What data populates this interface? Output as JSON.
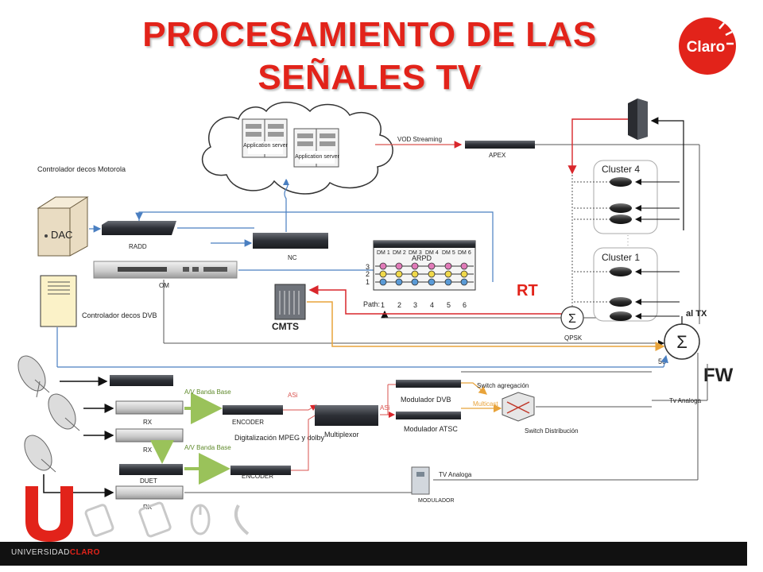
{
  "slide": {
    "title_line1": "PROCESAMIENTO DE LAS",
    "title_line2": "SEÑALES TV",
    "logo_text": "Claro",
    "footer_prefix": "UNIVERSIDAD",
    "footer_brand": "CLARO"
  },
  "colors": {
    "title": "#e2231a",
    "accent_red": "#e2231a",
    "arrow_orange": "#e8a33a",
    "arrow_blue": "#4a7fc1",
    "arrow_green": "#9ac25a",
    "vod_red": "#d9534f"
  },
  "labels": {
    "app_server_1": "Application server",
    "app_server_2": "Application server",
    "vod_streaming": "VOD Streaming",
    "apex": "APEX",
    "ctrl_motorola": "Controlador decos Motorola",
    "dac": "DAC",
    "radd": "RADD",
    "nc": "NC",
    "om": "OM",
    "arpd": "ARPD",
    "dm_headers": [
      "DM 1",
      "DM 2",
      "DM 3",
      "DM 4",
      "DM 5",
      "DM 6"
    ],
    "row_numbers": [
      "3",
      "2",
      "1"
    ],
    "path_label": "Path:",
    "path_numbers": [
      "1",
      "2",
      "3",
      "4",
      "5",
      "6"
    ],
    "ctrl_dvb": "Controlador decos DVB",
    "cmts": "CMTS",
    "rt": "RT",
    "qpsk": "QPSK",
    "sigma": "Σ",
    "al_tx": "al TX",
    "num_56": "56",
    "fw": "FW",
    "cluster4": "Cluster 4",
    "cluster1": "Cluster 1",
    "rx": "RX",
    "duet": "DUET",
    "av_banda_base_1": "A/V Banda Base",
    "av_banda_base_2": "A/V Banda Base",
    "encoder_1": "ENCODER",
    "encoder_2": "ENCODER",
    "asi_1": "ASi",
    "asi_2": "ASi",
    "digitalizacion": "Digitalización MPEG y dolby",
    "multiplexor": "Multiplexor",
    "mod_dvb": "Modulador DVB",
    "mod_atsc": "Modulador ATSC",
    "switch_agregacion": "Switch agregación",
    "multicast": "Multicast",
    "switch_distribucion": "Switch Distribución",
    "tv_analoga_1": "Tv Analoga",
    "tv_analoga_2": "TV Analoga",
    "modulador": "MODULADOR"
  }
}
